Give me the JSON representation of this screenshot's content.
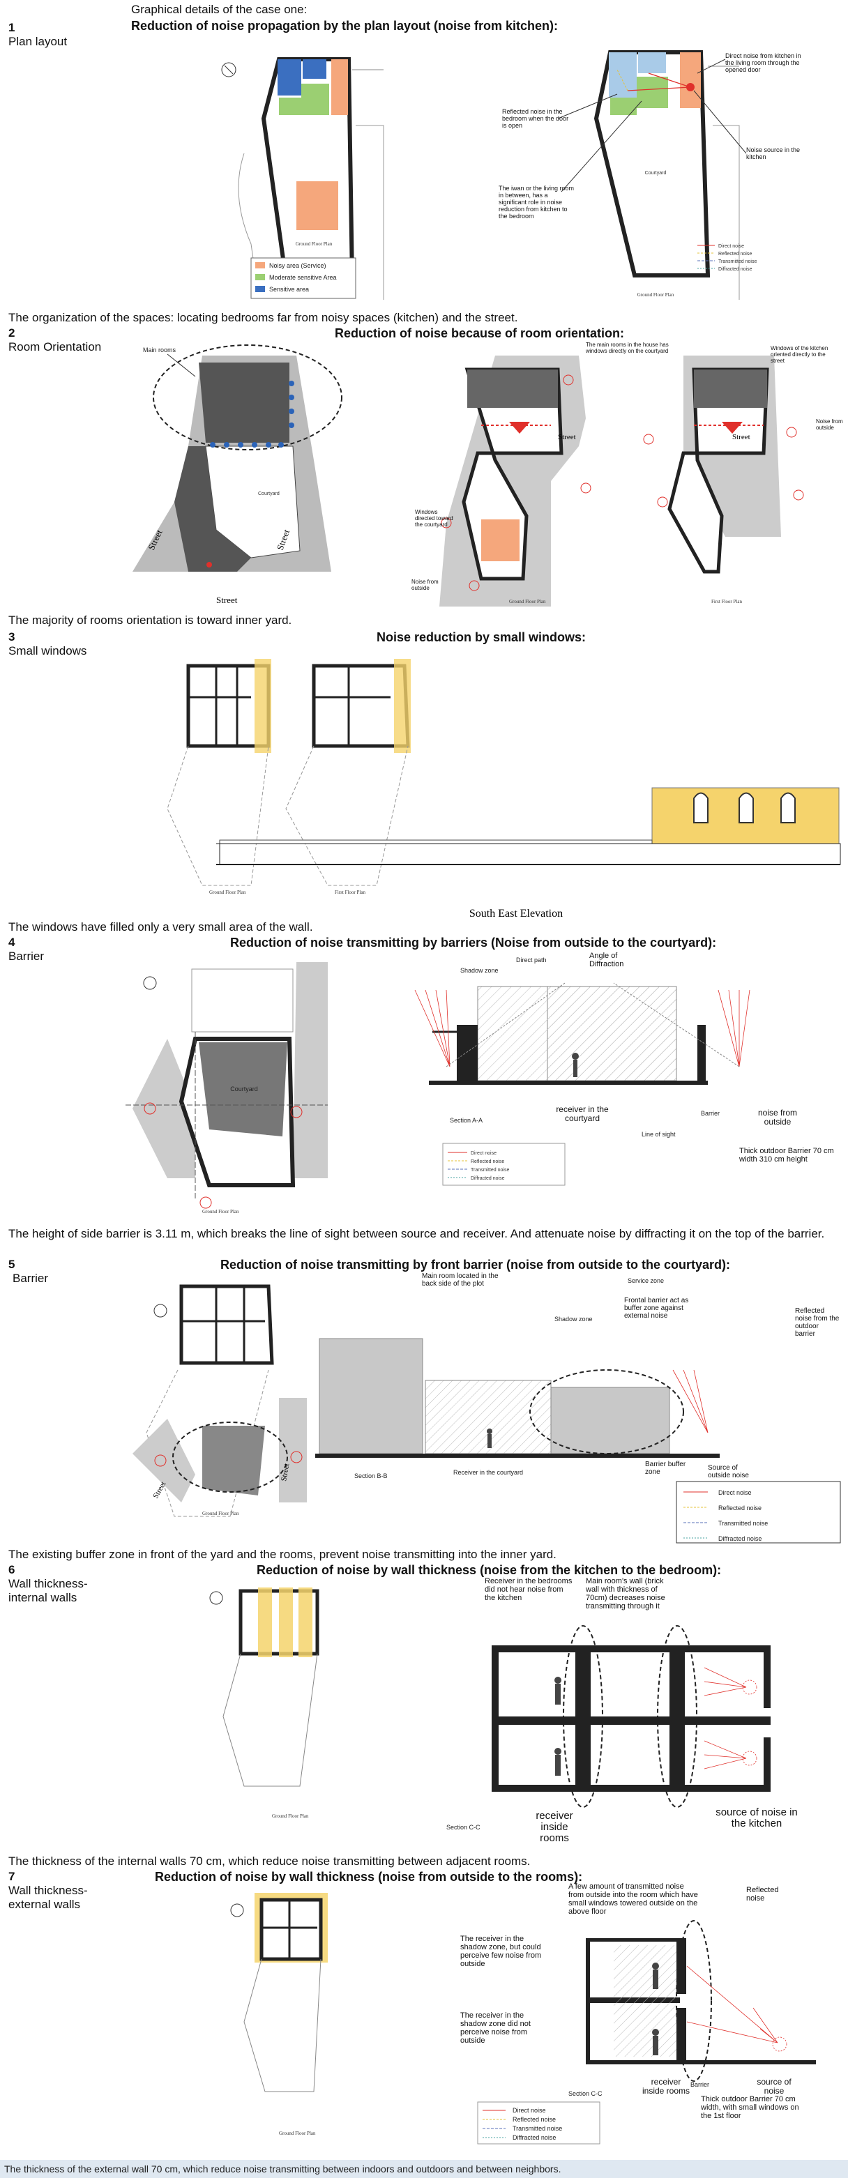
{
  "intro": "Graphical details of the case one:",
  "legend_items": [
    "Direct noise",
    "Reflected noise",
    "Transmitted noise",
    "Diffracted noise"
  ],
  "sections": [
    {
      "number": "1",
      "label": "Plan layout",
      "heading": "Reduction of noise propagation by the plan layout (noise from kitchen):",
      "caption": "The organization of the spaces: locating bedrooms far from noisy spaces (kitchen) and the street.",
      "fig": {
        "legend": [
          "Noisy area (Service)",
          "Moderate sensitive Area",
          "Sensitive area"
        ],
        "plan_title": "Ground Floor Plan",
        "courtyard": "Courtyard",
        "notes": [
          "Direct noise from kitchen in the living room through the opened door",
          "Reflected noise in the bedroom when the door is open",
          "Noise source in the kitchen",
          "The iwan or the living room in between, has a significant role in noise reduction from kitchen to the bedroom"
        ]
      }
    },
    {
      "number": "2",
      "label": "Room Orientation",
      "heading": "Reduction of noise because of room orientation:",
      "caption": "The majority of rooms orientation is toward inner yard.",
      "fig": {
        "main_rooms": "Main rooms",
        "street": "Street",
        "courtyard": "Courtyard",
        "ground_plan": "Ground Floor Plan",
        "first_plan": "First Floor Plan",
        "notes": [
          "The main rooms in the house has windows directly on the courtyard",
          "Windows of the kitchen oriented directly to the street",
          "Noise from outside",
          "Windows directed toward the courtyard",
          "Noise from outside"
        ]
      }
    },
    {
      "number": "3",
      "label": "Small windows",
      "heading": "Noise reduction by small windows:",
      "caption": "The windows have filled only a very small area of the wall.",
      "fig": {
        "elevation": "South East Elevation",
        "ground_plan": "Ground Floor Plan",
        "first_plan": "First Floor Plan"
      }
    },
    {
      "number": "4",
      "label": "Barrier",
      "heading": "Reduction of noise transmitting by barriers (Noise from outside to the courtyard):",
      "caption": "The height of side barrier is 3.11 m, which breaks the line of sight between source and receiver. And attenuate noise by diffracting it on the top of the barrier.",
      "fig": {
        "direct_path": "Direct path",
        "shadow_zone": "Shadow zone",
        "angle": "Angle of Diffraction",
        "section": "Section A-A",
        "receiver": "receiver in the courtyard",
        "barrier": "Barrier",
        "source": "noise from outside",
        "line_of_sight": "Line of sight",
        "barrier_note": "Thick outdoor Barrier 70 cm width 310 cm height",
        "courtyard": "Courtyard",
        "ground_plan": "Ground Floor Plan"
      }
    },
    {
      "number": "5",
      "label": "Barrier",
      "heading": "Reduction of noise transmitting by front barrier (noise from outside to the courtyard):",
      "caption": "The existing buffer zone in front of the yard and the rooms, prevent noise transmitting into the inner yard.",
      "fig": {
        "main_room": "Main room located in the back side of the plot",
        "service_zone": "Service zone",
        "frontal_barrier": "Frontal barrier act as buffer zone against external noise",
        "shadow_zone": "Shadow zone",
        "reflected": "Reflected noise from the outdoor barrier",
        "section": "Section B-B",
        "receiver": "Receiver in the courtyard",
        "buffer": "Barrier buffer zone",
        "source": "Source of outside noise",
        "street": "Street",
        "ground_plan": "Ground Floor Plan"
      }
    },
    {
      "number": "6",
      "label": "Wall thickness- internal walls",
      "heading": "Reduction of noise by wall thickness (noise from the kitchen to the bedroom):",
      "caption": "The thickness of the internal walls 70 cm, which reduce noise transmitting between adjacent rooms.",
      "fig": {
        "receiver_note": "Receiver in the bedrooms did not hear noise from the kitchen",
        "wall_note": "Main room's wall (brick wall with thickness of 70cm) decreases noise transmitting through it",
        "section": "Section C-C",
        "receiver": "receiver inside rooms",
        "source": "source of noise in the kitchen",
        "ground_plan": "Ground Floor Plan"
      }
    },
    {
      "number": "7",
      "label": "Wall thickness-external walls",
      "heading": "Reduction of noise by wall thickness (noise from outside to the rooms):",
      "caption": "The thickness of the external wall 70 cm, which reduce noise transmitting between indoors and outdoors and between neighbors.",
      "fig": {
        "top_note": "A few amount of transmitted noise from outside into the room which have small windows towered outside on the above floor",
        "reflected": "Reflected noise",
        "shadow_note1": "The receiver in the shadow zone, but could perceive few noise from outside",
        "shadow_note2": "The receiver in the shadow zone did not perceive noise from outside",
        "section": "Section C-C",
        "receiver": "receiver inside rooms",
        "barrier": "Barrier",
        "source": "source of noise",
        "barrier_note": "Thick outdoor Barrier 70 cm width, with small windows on the 1st floor",
        "ground_plan": "Ground Floor Plan"
      }
    }
  ],
  "colors": {
    "noisy": "#f5a77c",
    "moderate": "#9bcf72",
    "sensitive": "#3b6fc0",
    "direct": "#e0302b",
    "reflected": "#e5c33a",
    "transmitted": "#5870b8",
    "diffracted": "#4aa3a0",
    "highlight": "#f5d36c",
    "footer": "#dfe8f1"
  }
}
